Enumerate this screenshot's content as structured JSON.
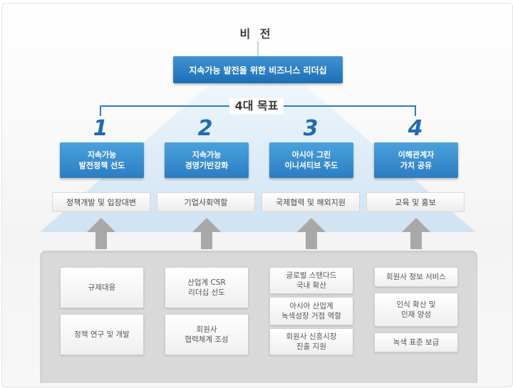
{
  "vision": {
    "label": "비 전",
    "statement": "지속가능 발전을 위한 비즈니스 리더십"
  },
  "goals_label": "4대 목표",
  "colors": {
    "primary_blue": "#2c7dc3",
    "number_blue": "#1f6bb6",
    "pyramid_light": "#e6f1f9",
    "bottom_gray": "#d9d9d9"
  },
  "goals": [
    {
      "number": "1",
      "title": "지속가능\n발전정책 선도",
      "initiative": "정책개발 및 입장대변",
      "activities": [
        "규제대응",
        "정책 연구 및 개발"
      ]
    },
    {
      "number": "2",
      "title": "지속가능\n경영기반강화",
      "initiative": "기업사회역할",
      "activities": [
        "산업계 CSR\n리더십 선도",
        "회원사\n협력체계 조성"
      ]
    },
    {
      "number": "3",
      "title": "아시아 그린\n이니셔티브 주도",
      "initiative": "국제협력 및 해외지원",
      "activities": [
        "글로벌 스탠다드\n국내 확산",
        "아시아 산업계\n녹색성장 거점 역할",
        "회원사 신흥시장\n진출 지원"
      ]
    },
    {
      "number": "4",
      "title": "이해관계자\n가치 공유",
      "initiative": "교육 및 홍보",
      "activities": [
        "회원사 정보 서비스",
        "인식 확산 및\n인재 양성",
        "녹색 표준 보급"
      ]
    }
  ]
}
